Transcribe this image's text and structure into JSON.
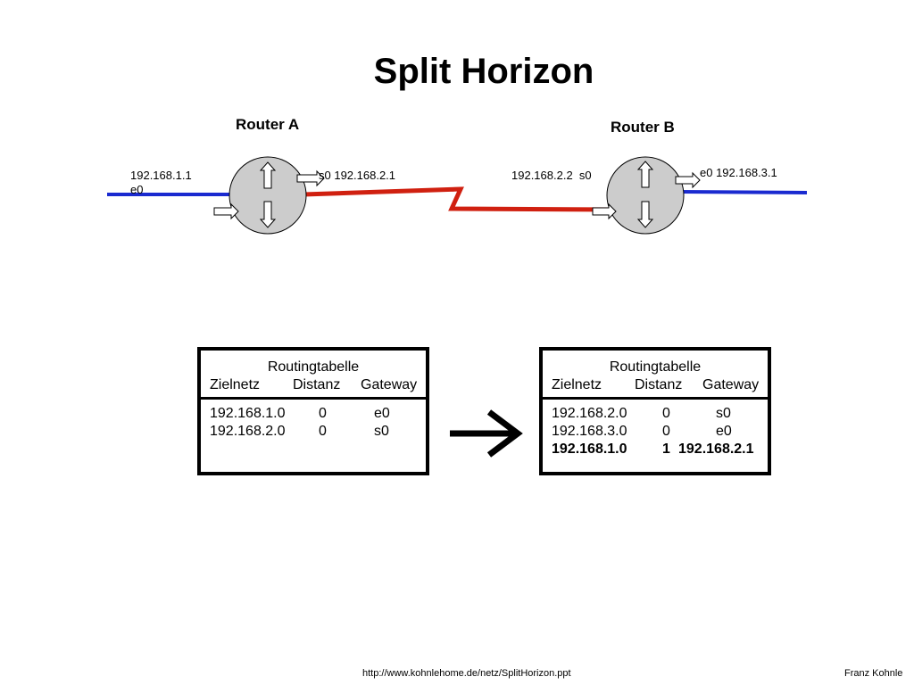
{
  "title": "Split Horizon",
  "routers": {
    "a": {
      "label": "Router A",
      "left_ip": "192.168.1.1",
      "left_if": "e0",
      "right_label": "s0 192.168.2.1"
    },
    "b": {
      "label": "Router B",
      "left_label": "192.168.2.2  s0",
      "right_label": "e0 192.168.3.1"
    }
  },
  "colors": {
    "lan": "#1a2ad0",
    "serial": "#d02010",
    "router_fill": "#cccccc"
  },
  "tables": {
    "a": {
      "title": "Routingtabelle",
      "headers": [
        "Zielnetz",
        "Distanz",
        "Gateway"
      ],
      "rows": [
        [
          "192.168.1.0",
          "0",
          "e0"
        ],
        [
          "192.168.2.0",
          "0",
          "s0"
        ]
      ]
    },
    "b": {
      "title": "Routingtabelle",
      "headers": [
        "Zielnetz",
        "Distanz",
        "Gateway"
      ],
      "rows": [
        [
          "192.168.2.0",
          "0",
          "s0"
        ],
        [
          "192.168.3.0",
          "0",
          "e0"
        ],
        [
          "192.168.1.0",
          "1",
          "192.168.2.1"
        ]
      ],
      "highlight_row": 2
    }
  },
  "footer": {
    "url": "http://www.kohnlehome.de/netz/SplitHorizon.ppt",
    "author": "Franz Kohnle"
  }
}
